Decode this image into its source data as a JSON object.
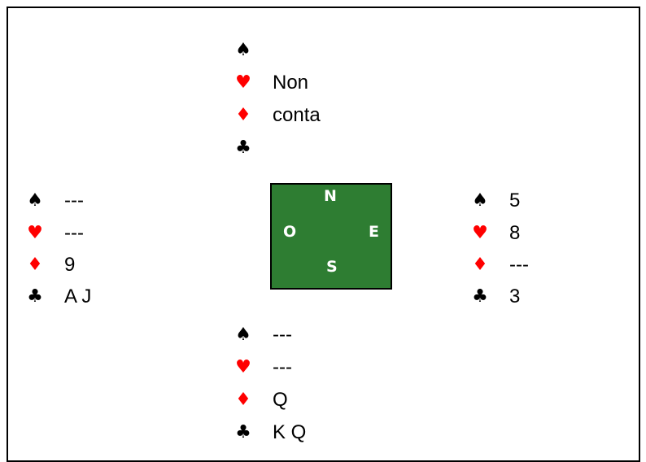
{
  "north": {
    "spades": "",
    "hearts": "Non",
    "diamonds": "conta",
    "clubs": ""
  },
  "west": {
    "spades": "---",
    "hearts": "---",
    "diamonds": "9",
    "clubs": "A J"
  },
  "east": {
    "spades": "5",
    "hearts": "8",
    "diamonds": "---",
    "clubs": "3"
  },
  "south": {
    "spades": "---",
    "hearts": "---",
    "diamonds": "Q",
    "clubs": "K Q"
  },
  "compass": {
    "north": "N",
    "west": "O",
    "east": "E",
    "south": "S",
    "color": "#2e7d32"
  },
  "suits": {
    "spades": "♠",
    "hearts": "♥",
    "diamonds": "♦",
    "clubs": "♣"
  },
  "colors": {
    "red_suit": "#ff0000",
    "black_suit": "#000000"
  }
}
